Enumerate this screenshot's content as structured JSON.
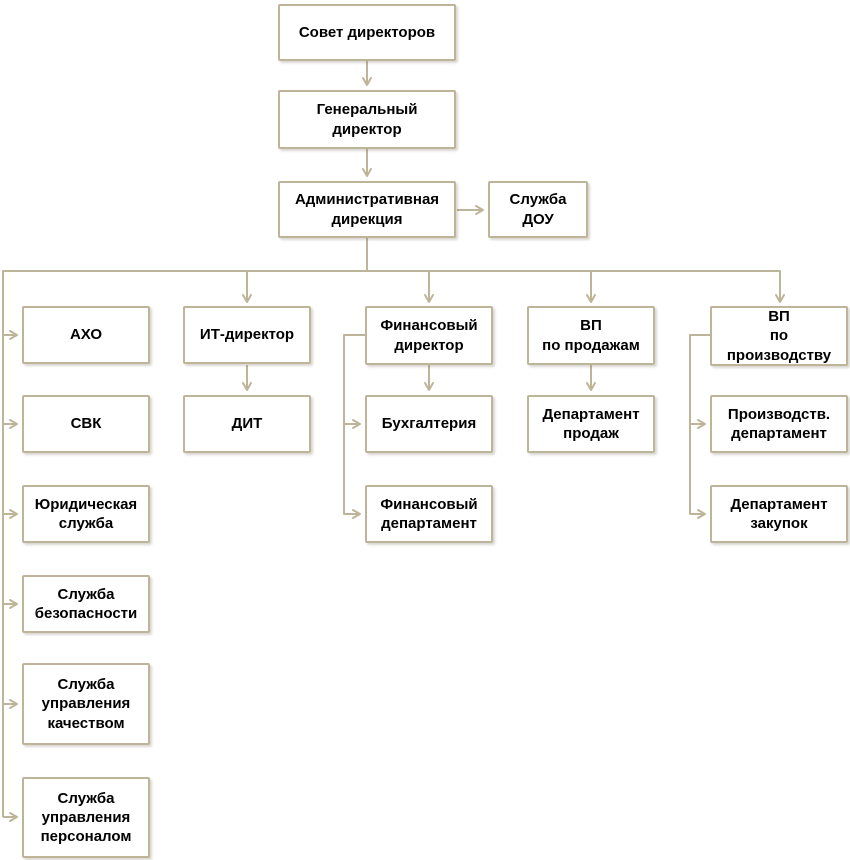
{
  "colors": {
    "background": "#FFFFFF",
    "box_fill": "#FFFFFF",
    "box_border": "#BEB49A",
    "line": "#BEB49A",
    "text": "#000000"
  },
  "nodes": {
    "board": {
      "label": "Совет директоров"
    },
    "ceo": {
      "label": "Генеральный\nдиректор"
    },
    "admin": {
      "label": "Административная\nдирекция"
    },
    "dou": {
      "label": "Служба\nДОУ"
    },
    "aho": {
      "label": "АХО"
    },
    "svk": {
      "label": "СВК"
    },
    "legal": {
      "label": "Юридическая\nслужба"
    },
    "security": {
      "label": "Служба\nбезопасности"
    },
    "quality": {
      "label": "Служба\nуправления\nкачеством"
    },
    "hr": {
      "label": "Служба\nуправления\nперсоналом"
    },
    "it_director": {
      "label": "ИТ-директор"
    },
    "dit": {
      "label": "ДИТ"
    },
    "cfo": {
      "label": "Финансовый\nдиректор"
    },
    "accounting": {
      "label": "Бухгалтерия"
    },
    "fin_dept": {
      "label": "Финансовый\nдепартамент"
    },
    "vp_sales": {
      "label": "ВП\nпо продажам"
    },
    "sales_dept": {
      "label": "Департамент\nпродаж"
    },
    "vp_production": {
      "label": "ВП\nпо производству"
    },
    "production_dept": {
      "label": "Производств.\nдепартамент"
    },
    "procurement_dept": {
      "label": "Департамент\nзакупок"
    }
  },
  "edges": [
    {
      "from": "board",
      "to": "ceo"
    },
    {
      "from": "ceo",
      "to": "admin"
    },
    {
      "from": "admin",
      "to": "dou"
    },
    {
      "from": "admin",
      "to": "aho"
    },
    {
      "from": "admin",
      "to": "svk"
    },
    {
      "from": "admin",
      "to": "legal"
    },
    {
      "from": "admin",
      "to": "security"
    },
    {
      "from": "admin",
      "to": "quality"
    },
    {
      "from": "admin",
      "to": "hr"
    },
    {
      "from": "admin",
      "to": "it_director"
    },
    {
      "from": "admin",
      "to": "cfo"
    },
    {
      "from": "admin",
      "to": "vp_sales"
    },
    {
      "from": "admin",
      "to": "vp_production"
    },
    {
      "from": "it_director",
      "to": "dit"
    },
    {
      "from": "cfo",
      "to": "accounting"
    },
    {
      "from": "cfo",
      "to": "fin_dept"
    },
    {
      "from": "vp_sales",
      "to": "sales_dept"
    },
    {
      "from": "vp_production",
      "to": "production_dept"
    },
    {
      "from": "vp_production",
      "to": "procurement_dept"
    }
  ]
}
